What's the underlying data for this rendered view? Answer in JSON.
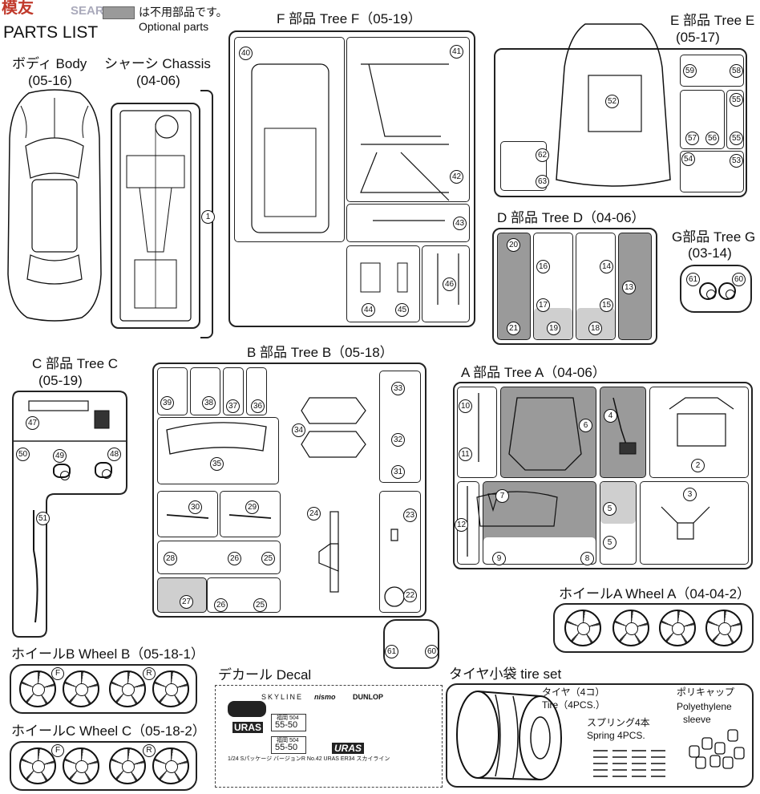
{
  "header": {
    "watermark": "SEARCH",
    "parts_list": "PARTS LIST",
    "legend_text": "は不用部品です。",
    "legend_sub": "Optional parts"
  },
  "body": {
    "title": "ボディ Body",
    "code": "(05-16)"
  },
  "chassis": {
    "title": "シャーシ Chassis",
    "code": "(04-06)",
    "part": "1"
  },
  "tree_f": {
    "title": "F 部品 Tree F（05-19）",
    "parts": [
      "40",
      "41",
      "42",
      "43",
      "44",
      "45",
      "46"
    ]
  },
  "tree_e": {
    "title": "E 部品 Tree E",
    "code": "(05-17)",
    "parts": [
      "52",
      "53",
      "54",
      "55",
      "55",
      "56",
      "57",
      "58",
      "59",
      "62",
      "63"
    ]
  },
  "tree_d": {
    "title": "D 部品 Tree D（04-06）",
    "parts": [
      "20",
      "21",
      "16",
      "17",
      "19",
      "14",
      "15",
      "18",
      "13"
    ]
  },
  "tree_g": {
    "title": "G部品 Tree G",
    "code": "(03-14)",
    "parts": [
      "61",
      "60"
    ]
  },
  "tree_c": {
    "title": "C 部品 Tree C",
    "code": "(05-19)",
    "parts": [
      "47",
      "50",
      "49",
      "48",
      "51"
    ]
  },
  "tree_b": {
    "title": "B 部品 Tree B（05-18）",
    "parts": [
      "39",
      "38",
      "37",
      "36",
      "33",
      "34",
      "32",
      "31",
      "35",
      "30",
      "29",
      "24",
      "23",
      "28",
      "26",
      "25",
      "27",
      "26",
      "25",
      "22",
      "61",
      "60"
    ]
  },
  "tree_a": {
    "title": "A 部品 Tree A（04-06）",
    "parts": [
      "10",
      "11",
      "6",
      "4",
      "2",
      "7",
      "12",
      "5",
      "5",
      "3",
      "9",
      "8"
    ]
  },
  "wheel_a": {
    "title": "ホイールA Wheel A（04-04-2）"
  },
  "wheel_b": {
    "title": "ホイールB Wheel B（05-18-1）",
    "marks": [
      "F",
      "R"
    ]
  },
  "wheel_c": {
    "title": "ホイールC Wheel C（05-18-2）",
    "marks": [
      "F",
      "R"
    ]
  },
  "decal": {
    "title": "デカール Decal",
    "logos": [
      "SKYLINE",
      "nismo",
      "DUNLOP",
      "URAS",
      "URAS"
    ],
    "plate_top": "福岡 504",
    "plate_num": "55-50",
    "caption": "1/24 Sパッケージ バージョンR No.42 URAS ER34 スカイライン"
  },
  "tire_set": {
    "title": "タイヤ小袋 tire set",
    "tire": "タイヤ（4コ）",
    "tire_en": "Tire（4PCS.）",
    "spring": "スプリング4本",
    "spring_en": "Spring 4PCS.",
    "poly": "ポリキャップ",
    "poly_en1": "Polyethylene",
    "poly_en2": "sleeve"
  }
}
